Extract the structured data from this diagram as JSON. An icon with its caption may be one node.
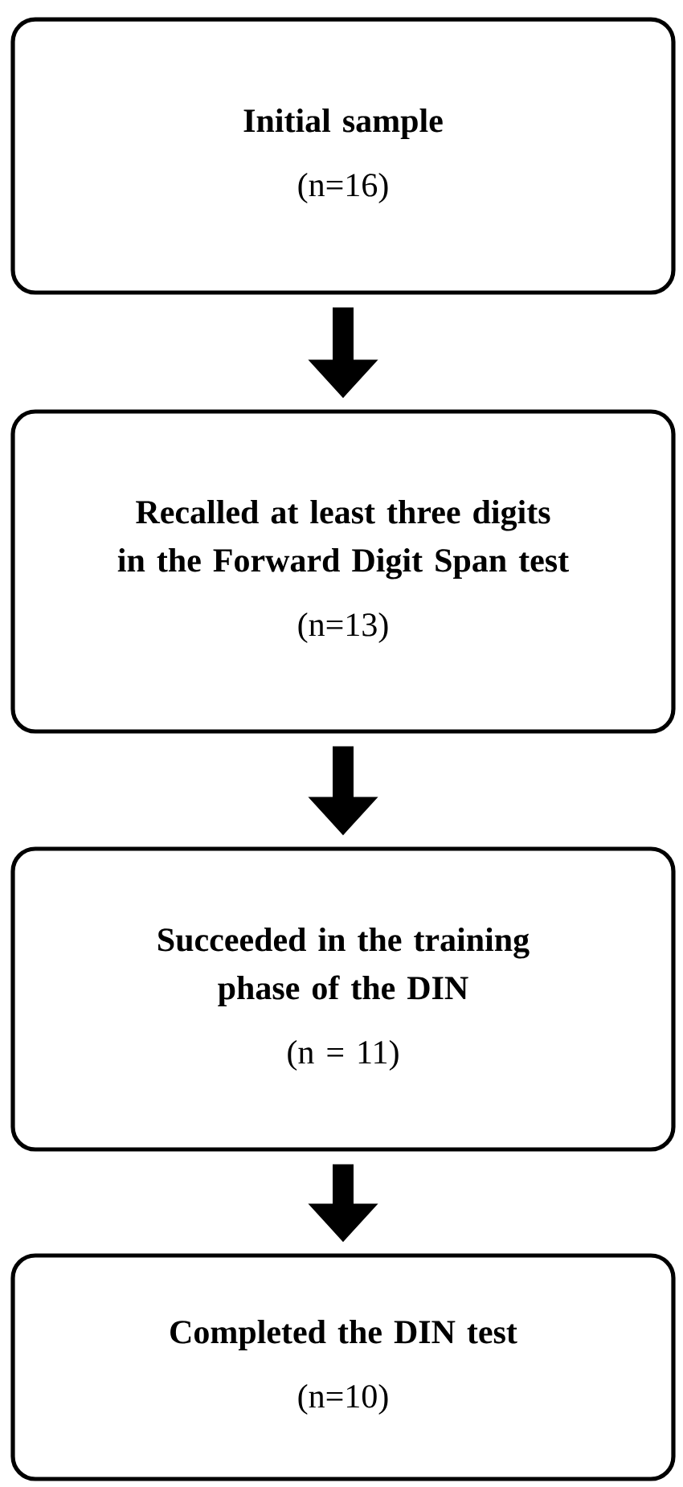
{
  "diagram": {
    "nodes": [
      {
        "text": [
          "Initial sample",
          "(n=16)"
        ]
      },
      {
        "text": [
          "Recalled at least three digits in the Forward Digit Span test",
          "(n=13)"
        ]
      },
      {
        "text": [
          "Succeeded in the training phase of the DIN",
          "(n = 11)"
        ]
      },
      {
        "text": [
          "Completed the DIN test",
          "(n=10)"
        ]
      }
    ],
    "edges": [
      {
        "from": 0,
        "to": 1,
        "arrow": "to"
      },
      {
        "from": 1,
        "to": 2,
        "arrow": "to"
      },
      {
        "from": 2,
        "to": 3,
        "arrow": "to"
      }
    ]
  }
}
